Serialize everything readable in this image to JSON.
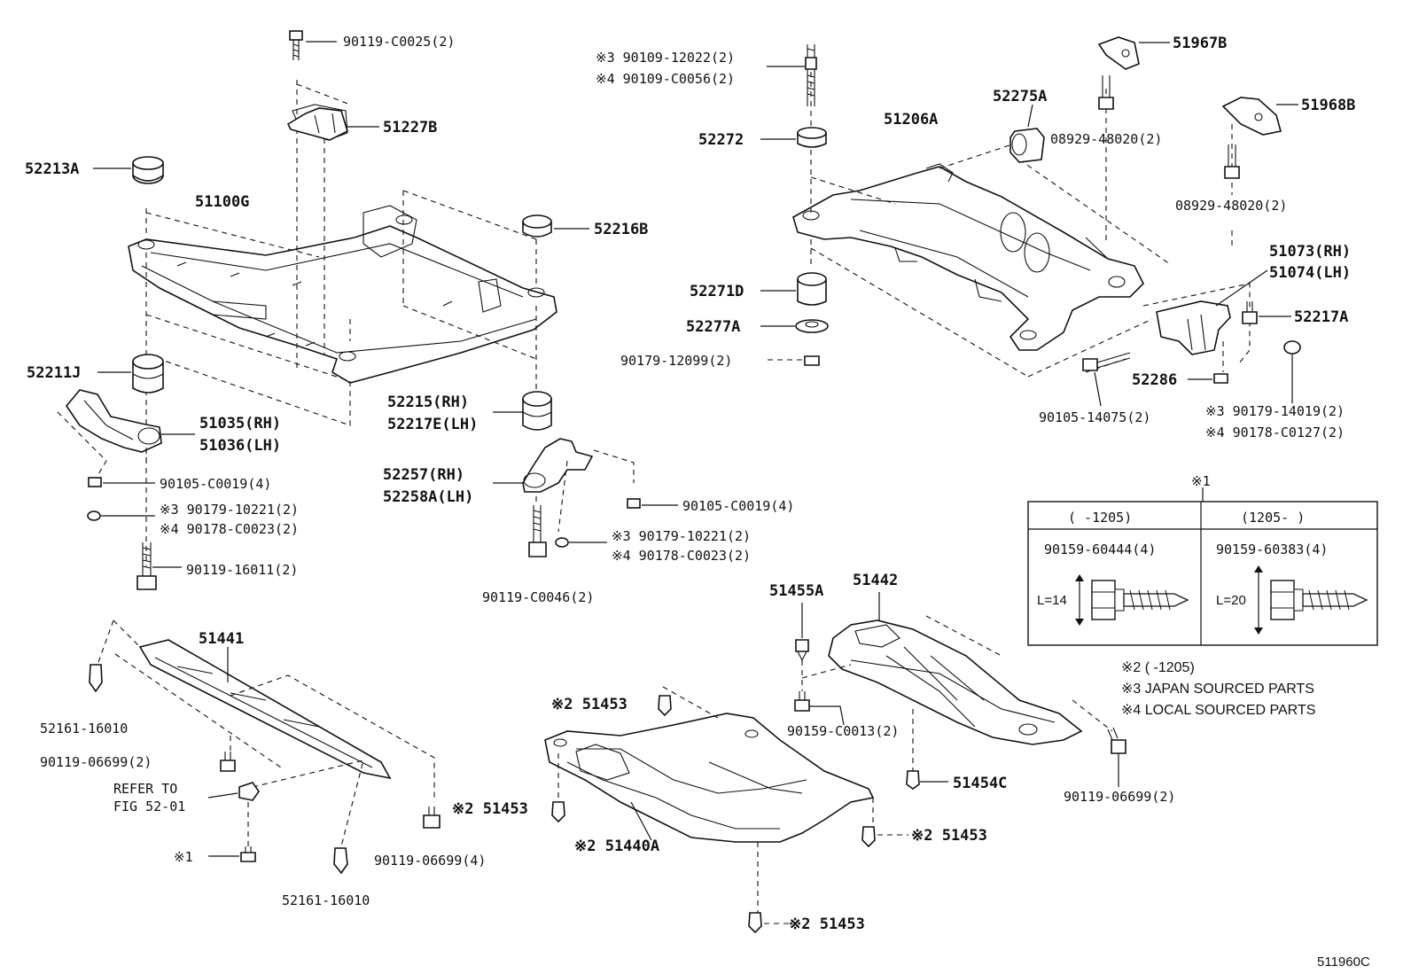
{
  "diagram_id": "511960C",
  "labels": {
    "l_90119_C0025": "90119-C0025(2)",
    "l_51227B": "51227B",
    "l_52213A": "52213A",
    "l_51100G": "51100G",
    "l_52216B": "52216B",
    "l_52211J": "52211J",
    "l_51035": "51035(RH)",
    "l_51036": "51036(LH)",
    "l_90105_C0019_a": "90105-C0019(4)",
    "l_90179_10221_a": "※3 90179-10221(2)",
    "l_90178_C0023_a": "※4 90178-C0023(2)",
    "l_90119_16011": "90119-16011(2)",
    "l_52215": "52215(RH)",
    "l_52217E": "52217E(LH)",
    "l_52257": "52257(RH)",
    "l_52258A": "52258A(LH)",
    "l_90105_C0019_b": "90105-C0019(4)",
    "l_90179_10221_b": "※3 90179-10221(2)",
    "l_90178_C0023_b": "※4 90178-C0023(2)",
    "l_90119_C0046": "90119-C0046(2)",
    "l_90109_12022": "※3 90109-12022(2)",
    "l_90109_C0056": "※4 90109-C0056(2)",
    "l_52272": "52272",
    "l_52271D": "52271D",
    "l_52277A": "52277A",
    "l_90179_12099": "90179-12099(2)",
    "l_51206A": "51206A",
    "l_52275A": "52275A",
    "l_51967B": "51967B",
    "l_08929_a": "08929-48020(2)",
    "l_51968B": "51968B",
    "l_08929_b": "08929-48020(2)",
    "l_51073": "51073(RH)",
    "l_51074": "51074(LH)",
    "l_52217A": "52217A",
    "l_52286": "52286",
    "l_90105_14075": "90105-14075(2)",
    "l_90179_14019": "※3 90179-14019(2)",
    "l_90178_C0127": "※4 90178-C0127(2)",
    "l_51441": "51441",
    "l_52161_a": "52161-16010",
    "l_90119_06699_a": "90119-06699(2)",
    "l_refer1": "REFER TO",
    "l_refer2": "FIG 52-01",
    "l_ast1": "※1",
    "l_52161_b": "52161-16010",
    "l_90119_06699_b": "90119-06699(4)",
    "l_51453_a": "※2 51453",
    "l_51453_b": "※2 51453",
    "l_51440A": "※2 51440A",
    "l_51453_c": "※2 51453",
    "l_51453_d": "※2 51453",
    "l_51455A": "51455A",
    "l_51442": "51442",
    "l_90159_C0013": "90159-C0013(2)",
    "l_51454C": "51454C",
    "l_90119_06699_c": "90119-06699(2)"
  },
  "table": {
    "marker": "※1",
    "col1_header": "(    -1205)",
    "col2_header": "(1205-     )",
    "col1_part": "90159-60444(4)",
    "col2_part": "90159-60383(4)",
    "col1_len": "L=14",
    "col2_len": "L=20"
  },
  "notes": {
    "note2": "※2 (      -1205)",
    "note3": "※3 JAPAN SOURCED PARTS",
    "note4": "※4 LOCAL SOURCED PARTS"
  }
}
